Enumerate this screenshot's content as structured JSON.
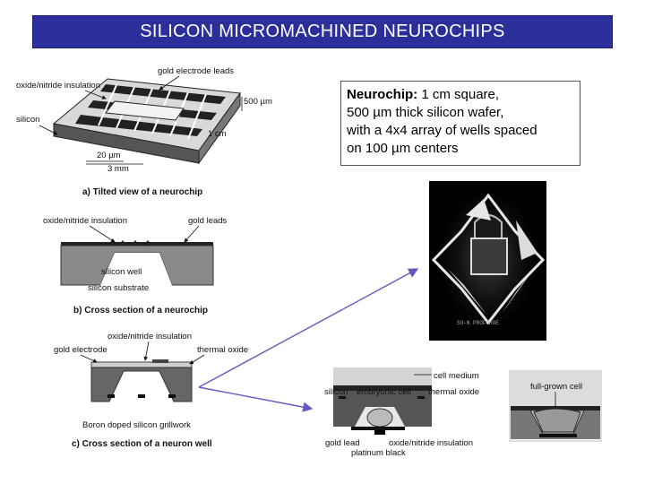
{
  "title": "SILICON MICROMACHINED NEUROCHIPS",
  "info_box": {
    "heading": "Neurochip:",
    "line1": " 1 cm square,",
    "line2": "500 µm thick silicon wafer,",
    "line3": "with a 4x4 array of wells spaced",
    "line4": "on 100 µm centers"
  },
  "fig_a": {
    "label_gold_leads": "gold electrode leads",
    "label_insulation": "oxide/nitride insulation",
    "label_silicon": "silicon",
    "label_500um": "500 µm",
    "label_1cm": "1 cm",
    "label_20um": "20 µm",
    "label_3mm": "3 mm",
    "caption": "a)  Tilted view of a neurochip"
  },
  "fig_b": {
    "label_insulation": "oxide/nitride insulation",
    "label_gold_leads": "gold leads",
    "label_silicon_well": "silicon well",
    "label_substrate": "silicon substrate",
    "caption": "b)  Cross section of a neurochip"
  },
  "fig_c": {
    "label_insulation": "oxide/nitride insulation",
    "label_gold_electrode": "gold electrode",
    "label_thermal_oxide": "thermal oxide",
    "label_boron": "Boron doped silicon grillwork",
    "caption": "c)  Cross section of a neuron well"
  },
  "photo": {
    "scale_text": "SU-N\nPROFORGE"
  },
  "fig_d": {
    "label_cell_medium": "cell medium",
    "label_silicon": "silicon",
    "label_embryonic": "embryonic cell",
    "label_thermal_oxide": "thermal oxide",
    "label_gold_lead": "gold lead",
    "label_insulation": "oxide/nitride insulation",
    "label_platinum": "platinum black"
  },
  "fig_e": {
    "label_full_grown": "full-grown cell"
  },
  "colors": {
    "title_bar": "#2b2f9a",
    "arrow": "#6a55c0"
  }
}
